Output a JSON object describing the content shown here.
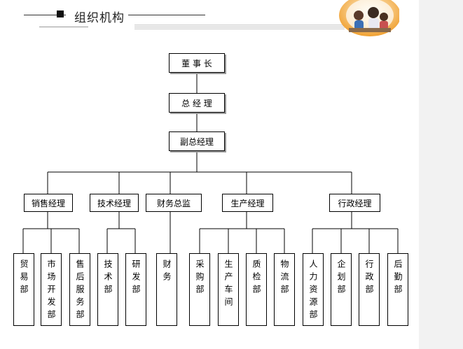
{
  "header": {
    "title": "组织机构"
  },
  "chart": {
    "top_nodes": [
      "董 事 长",
      "总 经 理",
      "副总经理"
    ],
    "departments": [
      {
        "name": "销售经理",
        "units": [
          "贸易部",
          "市场开发部",
          "售后服务部"
        ]
      },
      {
        "name": "技术经理",
        "units": [
          "技术部",
          "研发部"
        ]
      },
      {
        "name": "财务总监",
        "units": [
          "财务"
        ]
      },
      {
        "name": "生产经理",
        "units": [
          "采购部",
          "生产车间",
          "质检部",
          "物流部"
        ]
      },
      {
        "name": "行政经理",
        "units": [
          "人力资源部",
          "企划部",
          "行政部",
          "后勤部"
        ]
      }
    ]
  }
}
